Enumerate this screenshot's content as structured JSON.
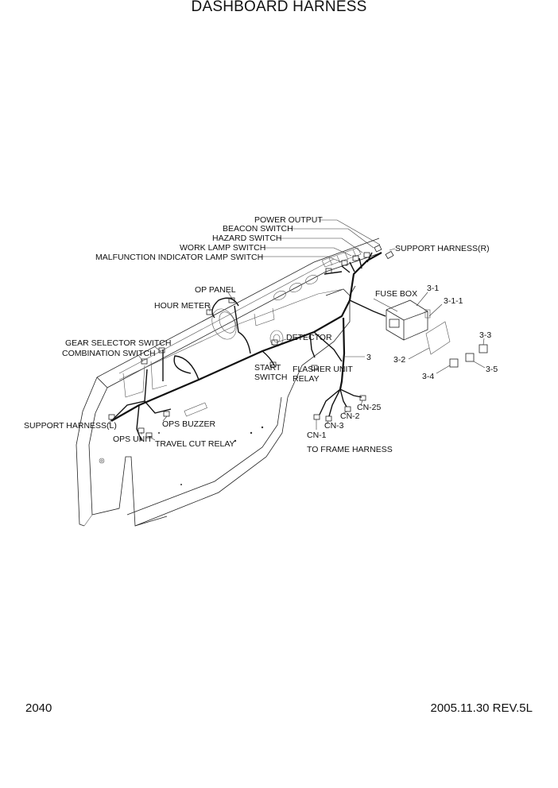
{
  "title": "DASHBOARD HARNESS",
  "footer": {
    "page_number": "2040",
    "date_rev": "2005.11.30  REV.5L"
  },
  "labels": {
    "power_output": "POWER OUTPUT",
    "beacon_switch": "BEACON SWITCH",
    "hazard_switch": "HAZARD SWITCH",
    "work_lamp_switch": "WORK LAMP SWITCH",
    "malfunction_lamp_switch": "MALFUNCTION INDICATOR LAMP SWITCH",
    "support_harness_r": "SUPPORT HARNESS(R)",
    "op_panel": "OP PANEL",
    "hour_meter": "HOUR METER",
    "fuse_box": "FUSE BOX",
    "part_3_1": "3-1",
    "part_3_1_1": "3-1-1",
    "gear_selector_switch": "GEAR SELECTOR SWITCH",
    "combination_switch": "COMBINATION SWITCH",
    "detector": "DETECTOR",
    "part_3": "3",
    "part_3_2": "3-2",
    "part_3_3": "3-3",
    "part_3_4": "3-4",
    "part_3_5": "3-5",
    "start": "START",
    "switch": "SWITCH",
    "flasher_unit": "FLASHER UNIT",
    "relay": "RELAY",
    "cn_25": "CN-25",
    "cn_2": "CN-2",
    "cn_3": "CN-3",
    "cn_1": "CN-1",
    "support_harness_l": "SUPPORT HARNESS(L)",
    "ops_buzzer": "OPS BUZZER",
    "ops_unit": "OPS UNIT",
    "travel_cut_relay": "TRAVEL CUT RELAY",
    "to_frame_harness": "TO FRAME HARNESS"
  }
}
